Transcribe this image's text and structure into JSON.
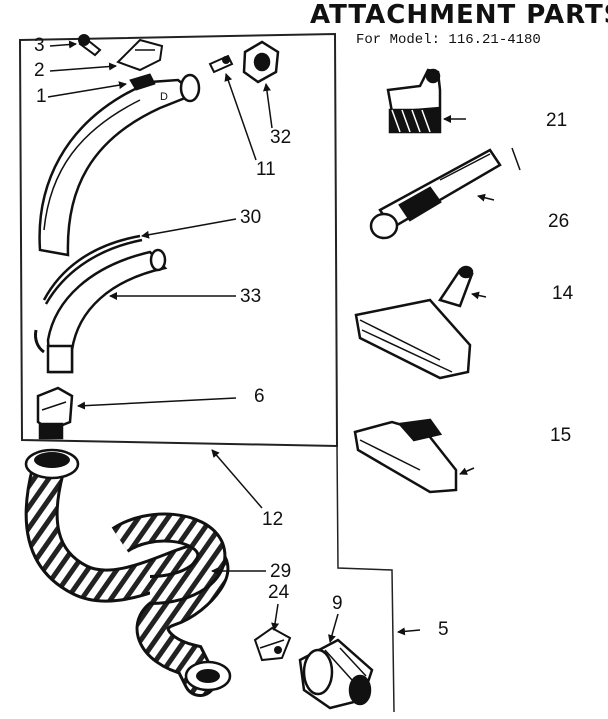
{
  "title": "ATTACHMENT PARTS",
  "subtitle": "For Model: 116.21-4180",
  "callouts": {
    "p3": "3",
    "p2": "2",
    "p1": "1",
    "p32": "32",
    "p11": "11",
    "p30": "30",
    "p33": "33",
    "p6": "6",
    "p12": "12",
    "p29": "29",
    "p24": "24",
    "p9": "9",
    "p5": "5",
    "p21": "21",
    "p26": "26",
    "p14": "14",
    "p15": "15"
  }
}
